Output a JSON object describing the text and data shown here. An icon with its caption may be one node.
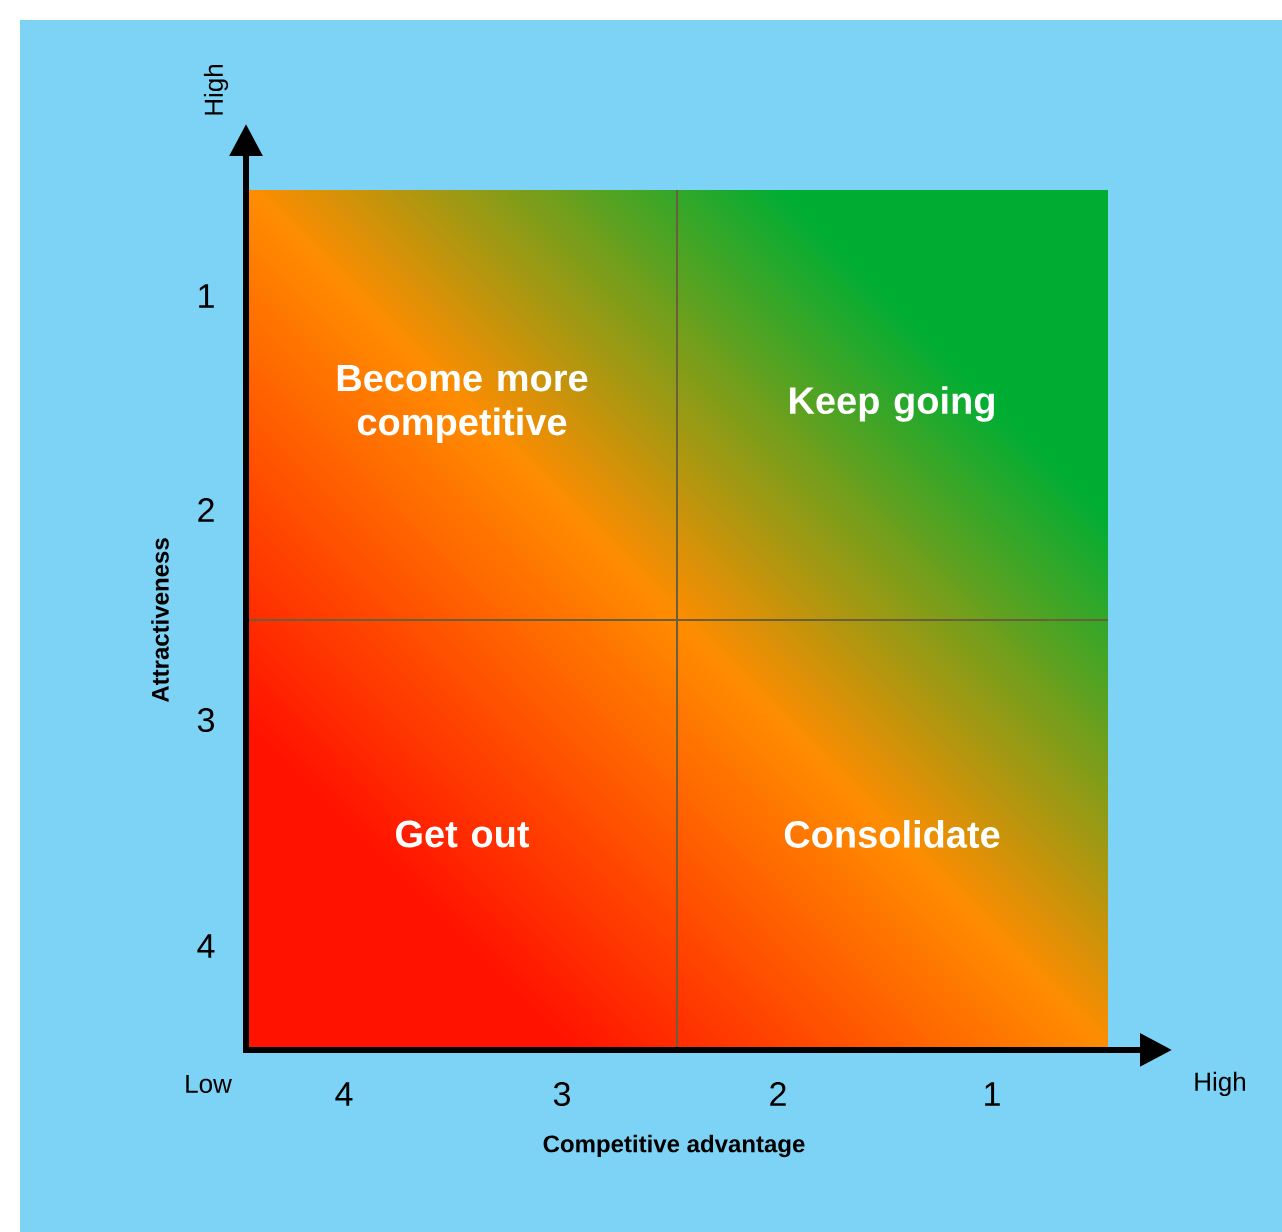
{
  "diagram": {
    "nodes": [
      {
        "text": [
          "Become more competitive"
        ]
      },
      {
        "text": [
          "Keep going"
        ]
      },
      {
        "text": [
          "Get out"
        ]
      },
      {
        "text": [
          "Consolidate"
        ]
      }
    ],
    "labels": [
      "High",
      "1",
      "2",
      "Attractiveness",
      "3",
      "4",
      "Low",
      "4",
      "3",
      "2",
      "1",
      "High",
      "Competitive advantage"
    ]
  }
}
